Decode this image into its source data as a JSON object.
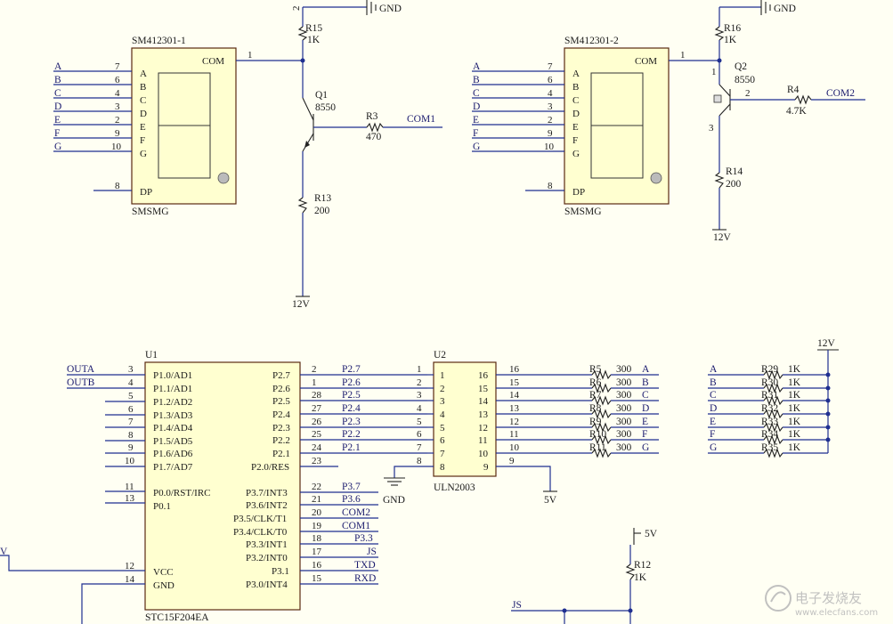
{
  "display1": {
    "part": "SM412301-1",
    "footprint": "SMSMG",
    "com": "COM",
    "com_pin": "1",
    "pins": [
      {
        "net": "A",
        "num": "7",
        "seg": "A"
      },
      {
        "net": "B",
        "num": "6",
        "seg": "B"
      },
      {
        "net": "C",
        "num": "4",
        "seg": "C"
      },
      {
        "net": "D",
        "num": "3",
        "seg": "D"
      },
      {
        "net": "E",
        "num": "2",
        "seg": "E"
      },
      {
        "net": "F",
        "num": "9",
        "seg": "F"
      },
      {
        "net": "G",
        "num": "10",
        "seg": "G"
      }
    ],
    "dp_num": "8",
    "dp": "DP"
  },
  "display2": {
    "part": "SM412301-2",
    "footprint": "SMSMG",
    "com": "COM",
    "com_pin": "1",
    "pins": [
      {
        "net": "A",
        "num": "7",
        "seg": "A"
      },
      {
        "net": "B",
        "num": "6",
        "seg": "B"
      },
      {
        "net": "C",
        "num": "4",
        "seg": "C"
      },
      {
        "net": "D",
        "num": "3",
        "seg": "D"
      },
      {
        "net": "E",
        "num": "2",
        "seg": "E"
      },
      {
        "net": "F",
        "num": "9",
        "seg": "F"
      },
      {
        "net": "G",
        "num": "10",
        "seg": "G"
      }
    ],
    "dp_num": "8",
    "dp": "DP"
  },
  "q1": {
    "des": "Q1",
    "val": "8550",
    "pin2": "2",
    "r15": "R15",
    "r15v": "1K",
    "r3": "R3",
    "r3v": "470",
    "com_net": "COM1",
    "r13": "R13",
    "r13v": "200",
    "gnd": "GND",
    "v12": "12V"
  },
  "q2": {
    "des": "Q2",
    "val": "8550",
    "pin1": "1",
    "pin2": "2",
    "pin3": "3",
    "r16": "R16",
    "r16v": "1K",
    "r4": "R4",
    "r4v": "4.7K",
    "com_net": "COM2",
    "r14": "R14",
    "r14v": "200",
    "gnd": "GND",
    "v12": "12V"
  },
  "u1": {
    "des": "U1",
    "part": "STC15F204EA",
    "left_nets": [
      {
        "net": "OUTA",
        "num": "3",
        "name": "P1.0/AD1"
      },
      {
        "net": "OUTB",
        "num": "4",
        "name": "P1.1/AD1"
      },
      {
        "net": "",
        "num": "5",
        "name": "P1.2/AD2"
      },
      {
        "net": "",
        "num": "6",
        "name": "P1.3/AD3"
      },
      {
        "net": "",
        "num": "7",
        "name": "P1.4/AD4"
      },
      {
        "net": "",
        "num": "8",
        "name": "P1.5/AD5"
      },
      {
        "net": "",
        "num": "9",
        "name": "P1.6/AD6"
      },
      {
        "net": "",
        "num": "10",
        "name": "P1.7/AD7"
      }
    ],
    "left_lower": [
      {
        "num": "11",
        "name": "P0.0/RST/IRC"
      },
      {
        "num": "13",
        "name": "P0.1"
      }
    ],
    "power": [
      {
        "num": "12",
        "name": "VCC"
      },
      {
        "num": "14",
        "name": "GND"
      }
    ],
    "right_top": [
      {
        "num": "2",
        "name": "P2.7",
        "net": "P2.7"
      },
      {
        "num": "1",
        "name": "P2.6",
        "net": "P2.6"
      },
      {
        "num": "28",
        "name": "P2.5",
        "net": "P2.5"
      },
      {
        "num": "27",
        "name": "P2.4",
        "net": "P2.4"
      },
      {
        "num": "26",
        "name": "P2.3",
        "net": "P2.3"
      },
      {
        "num": "25",
        "name": "P2.2",
        "net": "P2.2"
      },
      {
        "num": "24",
        "name": "P2.1",
        "net": "P2.1"
      },
      {
        "num": "23",
        "name": "P2.0/RES",
        "net": ""
      }
    ],
    "right_bottom": [
      {
        "num": "22",
        "name": "P3.7/INT3",
        "net": "P3.7"
      },
      {
        "num": "21",
        "name": "P3.6/INT2",
        "net": "P3.6"
      },
      {
        "num": "20",
        "name": "P3.5/CLK/T1",
        "net": "COM2"
      },
      {
        "num": "19",
        "name": "P3.4/CLK/T0",
        "net": "COM1"
      },
      {
        "num": "18",
        "name": "P3.3/INT1",
        "net": "P3.3"
      },
      {
        "num": "17",
        "name": "P3.2/INT0",
        "net": "JS"
      },
      {
        "num": "16",
        "name": "P3.1",
        "net": "TXD"
      },
      {
        "num": "15",
        "name": "P3.0/INT4",
        "net": "RXD"
      }
    ],
    "vcc_net": "V"
  },
  "u2": {
    "des": "U2",
    "part": "ULN2003",
    "left": [
      "1",
      "2",
      "3",
      "4",
      "5",
      "6",
      "7",
      "8"
    ],
    "right": [
      "16",
      "15",
      "14",
      "13",
      "12",
      "11",
      "10",
      "9"
    ],
    "gnd": "GND",
    "v5": "5V"
  },
  "seg_res": [
    {
      "des": "R5",
      "val": "300",
      "net": "A"
    },
    {
      "des": "R6",
      "val": "300",
      "net": "B"
    },
    {
      "des": "R7",
      "val": "300",
      "net": "C"
    },
    {
      "des": "R8",
      "val": "300",
      "net": "D"
    },
    {
      "des": "R9",
      "val": "300",
      "net": "E"
    },
    {
      "des": "R10",
      "val": "300",
      "net": "F"
    },
    {
      "des": "R11",
      "val": "300",
      "net": "G"
    }
  ],
  "pullups": {
    "v12": "12V",
    "items": [
      {
        "net": "A",
        "des": "R29",
        "val": "1K"
      },
      {
        "net": "B",
        "des": "R30",
        "val": "1K"
      },
      {
        "net": "C",
        "des": "R31",
        "val": "1K"
      },
      {
        "net": "D",
        "des": "R32",
        "val": "1K"
      },
      {
        "net": "E",
        "des": "R33",
        "val": "1K"
      },
      {
        "net": "F",
        "des": "R34",
        "val": "1K"
      },
      {
        "net": "G",
        "des": "R35",
        "val": "1K"
      }
    ]
  },
  "r12": {
    "des": "R12",
    "val": "1K",
    "v5": "5V",
    "js": "JS"
  },
  "watermark": {
    "cn": "电子发烧友",
    "url": "www.elecfans.com"
  }
}
